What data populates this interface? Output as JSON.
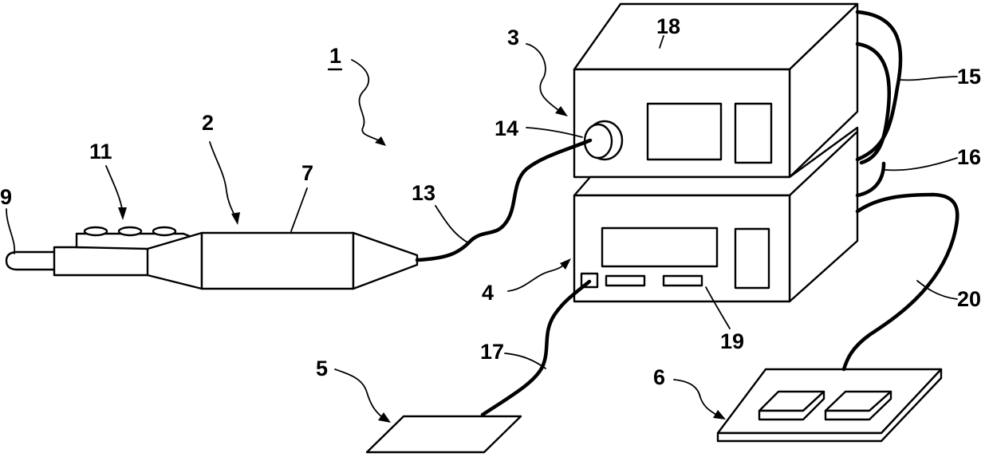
{
  "labels": {
    "system": "1",
    "handpiece": "2",
    "upper_unit": "3",
    "lower_unit": "4",
    "pad": "5",
    "foot_switch": "6",
    "body": "7",
    "tip": "9",
    "buttons": "11",
    "cable_13": "13",
    "connector": "14",
    "cable_15": "15",
    "cable_16": "16",
    "cable_17": "17",
    "upper_panel": "18",
    "lower_panel": "19",
    "cable_20": "20"
  }
}
